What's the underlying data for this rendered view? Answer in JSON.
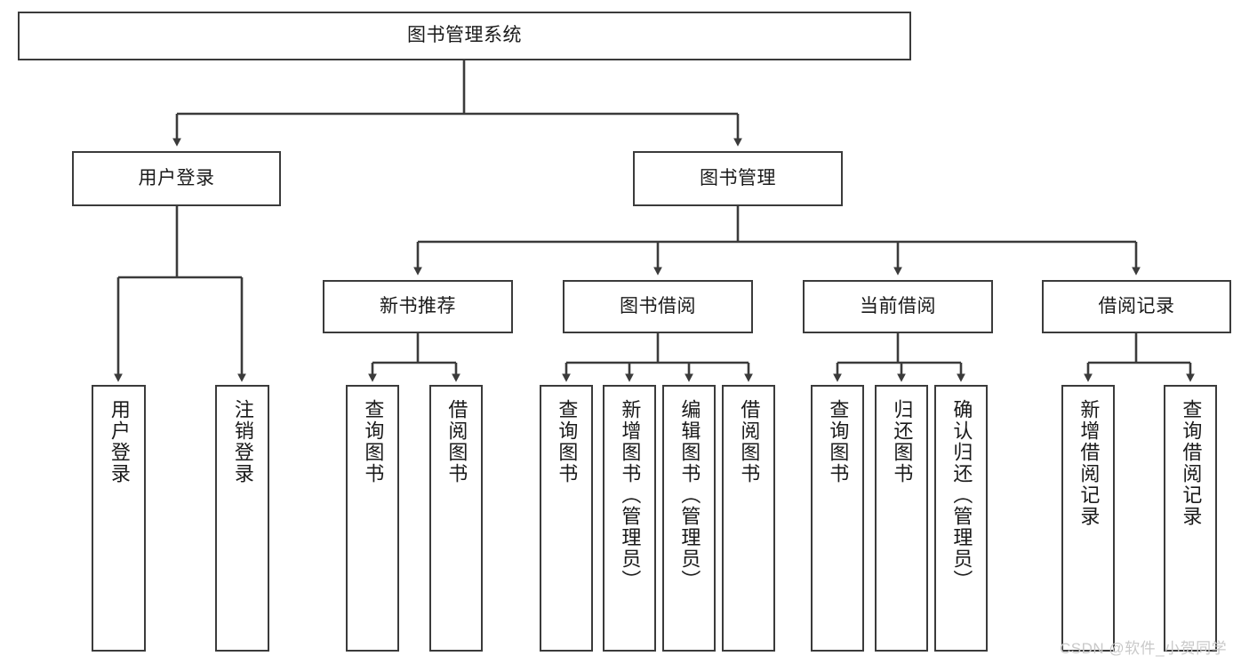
{
  "diagram": {
    "title": "图书管理系统",
    "type": "tree-hierarchy-chart",
    "nodes": {
      "root": {
        "label": "图书管理系统"
      },
      "level2": [
        {
          "id": "user-login",
          "label": "用户登录"
        },
        {
          "id": "book-management",
          "label": "图书管理"
        }
      ],
      "level3": [
        {
          "id": "new-book-recommend",
          "label": "新书推荐"
        },
        {
          "id": "book-borrow",
          "label": "图书借阅"
        },
        {
          "id": "current-borrow",
          "label": "当前借阅"
        },
        {
          "id": "borrow-record",
          "label": "借阅记录"
        }
      ],
      "leaves": {
        "user-login": [
          {
            "id": "leaf-user-login",
            "label": "用户登录"
          },
          {
            "id": "leaf-user-logout",
            "label": "注销登录"
          }
        ],
        "new-book-recommend": [
          {
            "id": "leaf-query-book-1",
            "label": "查询图书"
          },
          {
            "id": "leaf-borrow-book-1",
            "label": "借阅图书"
          }
        ],
        "book-borrow": [
          {
            "id": "leaf-query-book-2",
            "label": "查询图书"
          },
          {
            "id": "leaf-add-book",
            "label": "新增图书（管理员）"
          },
          {
            "id": "leaf-edit-book",
            "label": "编辑图书（管理员）"
          },
          {
            "id": "leaf-borrow-book-2",
            "label": "借阅图书"
          }
        ],
        "current-borrow": [
          {
            "id": "leaf-query-book-3",
            "label": "查询图书"
          },
          {
            "id": "leaf-return-book",
            "label": "归还图书"
          },
          {
            "id": "leaf-confirm-return",
            "label": "确认归还（管理员）"
          }
        ],
        "borrow-record": [
          {
            "id": "leaf-add-record",
            "label": "新增借阅记录"
          },
          {
            "id": "leaf-query-record",
            "label": "查询借阅记录"
          }
        ]
      }
    }
  },
  "watermark": {
    "text": "CSDN @软件_小贺同学"
  },
  "colors": {
    "border": "#3b3b3b",
    "text": "#1a1a1a",
    "background": "#ffffff",
    "watermark": "#c9c9c9"
  }
}
